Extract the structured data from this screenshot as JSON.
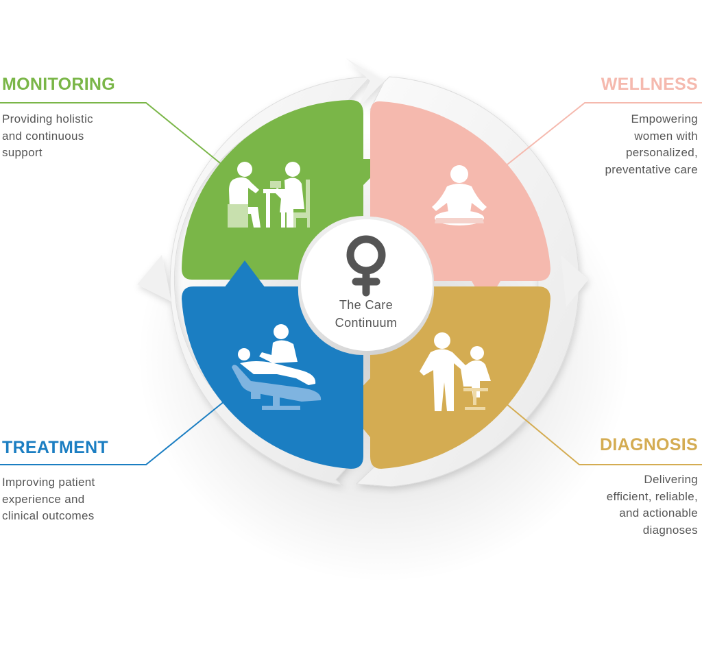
{
  "center": {
    "icon": "female-symbol-icon",
    "label_line1": "The Care",
    "label_line2": "Continuum"
  },
  "stages": {
    "monitoring": {
      "title": "MONITORING",
      "desc": [
        "Providing holistic",
        "and continuous",
        "support"
      ],
      "color": "#7ab648",
      "icon": "consultation-table-icon"
    },
    "wellness": {
      "title": "WELLNESS",
      "desc": [
        "Empowering",
        "women with",
        "personalized,",
        "preventative care"
      ],
      "color": "#f5b9ae",
      "icon": "meditation-icon"
    },
    "diagnosis": {
      "title": "DIAGNOSIS",
      "desc": [
        "Delivering",
        "efficient, reliable,",
        "and actionable",
        "diagnoses"
      ],
      "color": "#d4ac52",
      "icon": "doctor-stethoscope-icon"
    },
    "treatment": {
      "title": "TREATMENT",
      "desc": [
        "Improving patient",
        "experience and",
        "clinical outcomes"
      ],
      "color": "#1b7ec2",
      "icon": "patient-chair-icon"
    }
  }
}
